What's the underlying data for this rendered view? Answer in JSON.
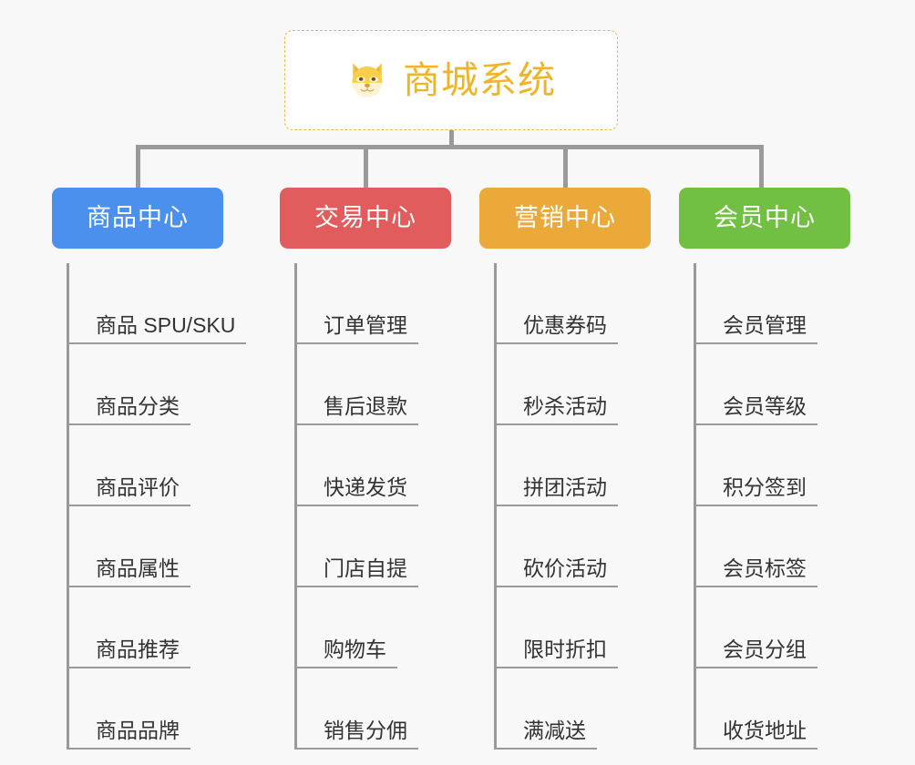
{
  "background_color": "#f8f8f8",
  "root": {
    "title": "商城系统",
    "icon": "dog-face-icon",
    "text_color": "#f0b429",
    "border_color": "#e8b84b",
    "background_color": "#ffffff"
  },
  "connector_color": "#9a9a9a",
  "columns": [
    {
      "title": "商品中心",
      "color": "#4a90ec",
      "items": [
        "商品 SPU/SKU",
        "商品分类",
        "商品评价",
        "商品属性",
        "商品推荐",
        "商品品牌"
      ]
    },
    {
      "title": "交易中心",
      "color": "#e15c5c",
      "items": [
        "订单管理",
        "售后退款",
        "快递发货",
        "门店自提",
        "购物车",
        "销售分佣"
      ]
    },
    {
      "title": "营销中心",
      "color": "#eaa939",
      "items": [
        "优惠券码",
        "秒杀活动",
        "拼团活动",
        "砍价活动",
        "限时折扣",
        "满减送"
      ]
    },
    {
      "title": "会员中心",
      "color": "#72c043",
      "items": [
        "会员管理",
        "会员等级",
        "积分签到",
        "会员标签",
        "会员分组",
        "收货地址"
      ]
    }
  ]
}
